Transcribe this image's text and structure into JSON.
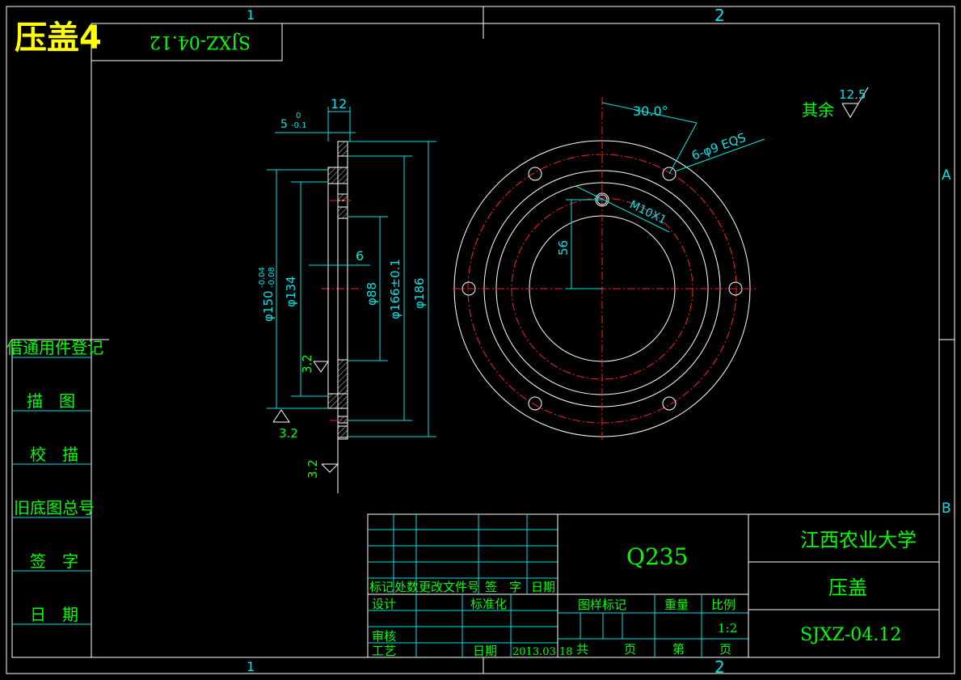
{
  "overlay_title": "压盖4",
  "mirrored_code": "SJXZ-04.12",
  "zones": {
    "col1": "1",
    "col2": "2",
    "rowA": "A",
    "rowB": "B"
  },
  "roughness_other": {
    "label": "其余",
    "value": "12.5"
  },
  "left_block": [
    "借通用件登记",
    "描　图",
    "校　描",
    "旧底图总号",
    "签　字",
    "日　期"
  ],
  "section_dims": {
    "top_width": "12",
    "thickness_label": "5",
    "thickness_tol_upper": "0",
    "thickness_tol_lower": "-0.1",
    "step": "6",
    "d150": "φ150",
    "d150_tol_upper": "-0.04",
    "d150_tol_lower": "-0.08",
    "d134": "φ134",
    "d88": "φ88",
    "d166": "φ166±0.1",
    "d186": "φ186",
    "rough_a": "3.2",
    "rough_b": "3.2",
    "rough_c": "3.2"
  },
  "plan_dims": {
    "angle": "30.0°",
    "holes": "6-φ9 EQS",
    "thread": "M10X1",
    "offset": "56"
  },
  "title_block": {
    "material": "Q235",
    "school": "江西农业大学",
    "part_name": "压盖",
    "drawing_no": "SJXZ-04.12",
    "rev_headers": [
      "标记",
      "处数",
      "更改文件号",
      "签　字",
      "日期"
    ],
    "design": "设计",
    "standardize": "标准化",
    "review": "审核",
    "process": "工艺",
    "date_label": "日期",
    "date_value": "2013.03.18",
    "stage_label": "图样标记",
    "weight_label": "重量",
    "scale_label": "比例",
    "scale_value": "1:2",
    "total": "共",
    "page": "页",
    "sheet": "第",
    "page2": "页"
  }
}
